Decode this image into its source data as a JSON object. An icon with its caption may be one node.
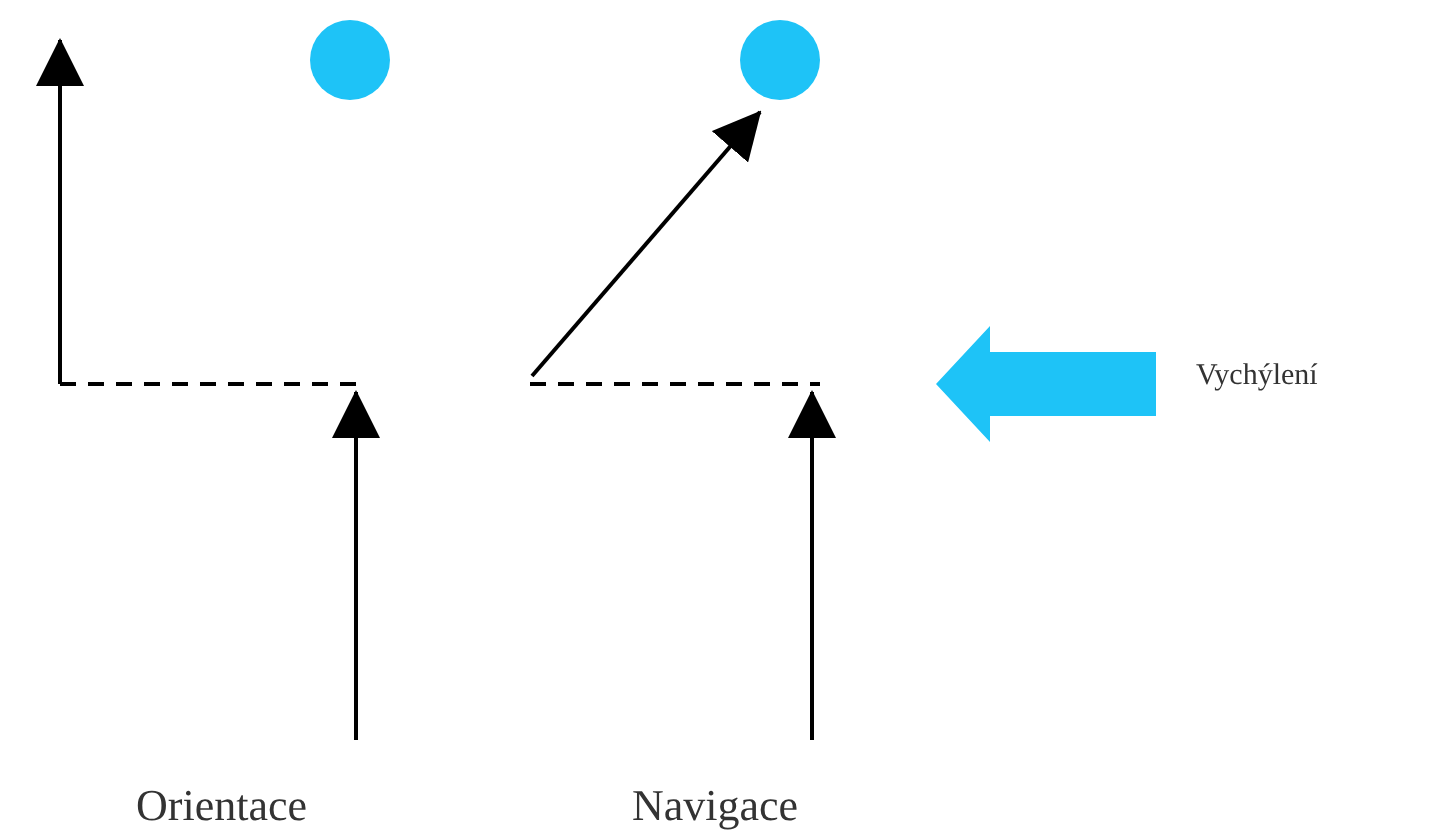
{
  "diagram": {
    "nodes": [
      {
        "text": [],
        "shape": "circle"
      },
      {
        "text": [],
        "shape": "circle"
      }
    ],
    "labels": [
      "Vychýlení",
      "Orientace",
      "Navigace"
    ]
  }
}
